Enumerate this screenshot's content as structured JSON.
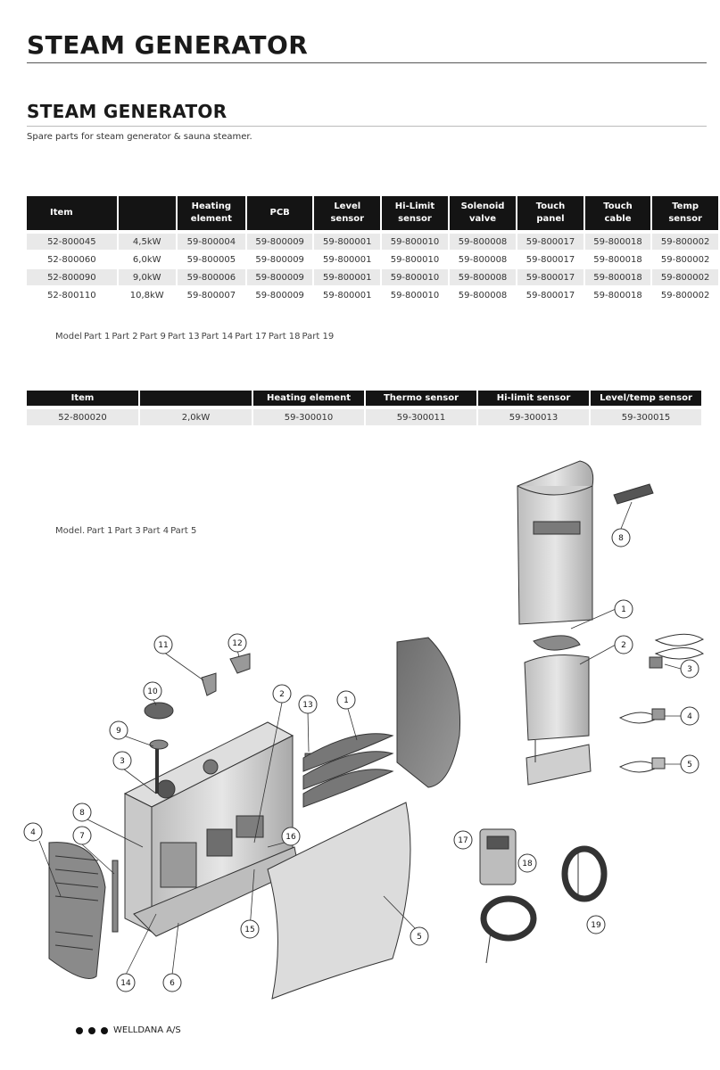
{
  "page_title": "STEAM GENERATOR",
  "section_title": "STEAM GENERATOR",
  "section_subtitle": "Spare parts for steam generator & sauna steamer.",
  "table1": {
    "headers": [
      "Item",
      "",
      "Heating element",
      "PCB",
      "Level sensor",
      "Hi-Limit sensor",
      "Solenoid valve",
      "Touch panel",
      "Touch cable",
      "Temp sensor"
    ],
    "header_lines": [
      [
        "Item"
      ],
      [
        ""
      ],
      [
        "Heating",
        "element"
      ],
      [
        "PCB"
      ],
      [
        "Level",
        "sensor"
      ],
      [
        "Hi-Limit",
        "sensor"
      ],
      [
        "Solenoid",
        "valve"
      ],
      [
        "Touch",
        "panel"
      ],
      [
        "Touch",
        "cable"
      ],
      [
        "Temp",
        "sensor"
      ]
    ],
    "subheader": [
      "",
      "Model",
      "Part 1",
      "Part 2",
      "Part 9",
      "Part 13",
      "Part 14",
      "Part 17",
      "Part 18",
      "Part 19"
    ],
    "rows": [
      [
        "52-800045",
        "4,5kW",
        "59-800004",
        "59-800009",
        "59-800001",
        "59-800010",
        "59-800008",
        "59-800017",
        "59-800018",
        "59-800002"
      ],
      [
        "52-800060",
        "6,0kW",
        "59-800005",
        "59-800009",
        "59-800001",
        "59-800010",
        "59-800008",
        "59-800017",
        "59-800018",
        "59-800002"
      ],
      [
        "52-800090",
        "9,0kW",
        "59-800006",
        "59-800009",
        "59-800001",
        "59-800010",
        "59-800008",
        "59-800017",
        "59-800018",
        "59-800002"
      ],
      [
        "52-800110",
        "10,8kW",
        "59-800007",
        "59-800009",
        "59-800001",
        "59-800010",
        "59-800008",
        "59-800017",
        "59-800018",
        "59-800002"
      ]
    ]
  },
  "table2": {
    "headers": [
      "Item",
      "",
      "Heating element",
      "Thermo sensor",
      "Hi-limit sensor",
      "Level/temp sensor"
    ],
    "subheader": [
      "",
      "Model.",
      "Part 1",
      "Part 3",
      "Part 4",
      "Part 5"
    ],
    "rows": [
      [
        "52-800020",
        "2,0kW",
        "59-300010",
        "59-300011",
        "59-300013",
        "59-300015"
      ]
    ]
  },
  "diagram_callouts": [
    "1",
    "2",
    "3",
    "4",
    "5",
    "6",
    "7",
    "8",
    "9",
    "10",
    "11",
    "12",
    "13",
    "14",
    "15",
    "16",
    "17",
    "18",
    "19",
    "1",
    "2",
    "3",
    "4",
    "5",
    "8"
  ],
  "footer_text": "WELLDANA A/S",
  "colors": {
    "header_bg": "#141414",
    "row_shade": "#e9e9e9"
  }
}
